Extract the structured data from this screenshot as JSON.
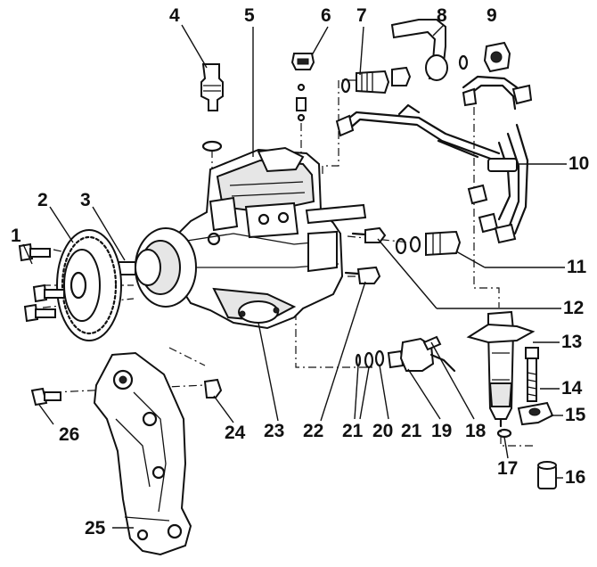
{
  "callouts": [
    {
      "id": "1",
      "label": "1"
    },
    {
      "id": "2",
      "label": "2"
    },
    {
      "id": "3",
      "label": "3"
    },
    {
      "id": "4",
      "label": "4"
    },
    {
      "id": "5",
      "label": "5"
    },
    {
      "id": "6",
      "label": "6"
    },
    {
      "id": "7",
      "label": "7"
    },
    {
      "id": "8",
      "label": "8"
    },
    {
      "id": "9",
      "label": "9"
    },
    {
      "id": "10",
      "label": "10"
    },
    {
      "id": "11",
      "label": "11"
    },
    {
      "id": "12",
      "label": "12"
    },
    {
      "id": "13",
      "label": "13"
    },
    {
      "id": "14",
      "label": "14"
    },
    {
      "id": "15",
      "label": "15"
    },
    {
      "id": "16",
      "label": "16"
    },
    {
      "id": "17",
      "label": "17"
    },
    {
      "id": "18",
      "label": "18"
    },
    {
      "id": "19",
      "label": "19"
    },
    {
      "id": "20",
      "label": "20"
    },
    {
      "id": "21a",
      "label": "21"
    },
    {
      "id": "21b",
      "label": "21"
    },
    {
      "id": "22",
      "label": "22"
    },
    {
      "id": "23",
      "label": "23"
    },
    {
      "id": "24",
      "label": "24"
    },
    {
      "id": "25",
      "label": "25"
    },
    {
      "id": "26",
      "label": "26"
    }
  ]
}
